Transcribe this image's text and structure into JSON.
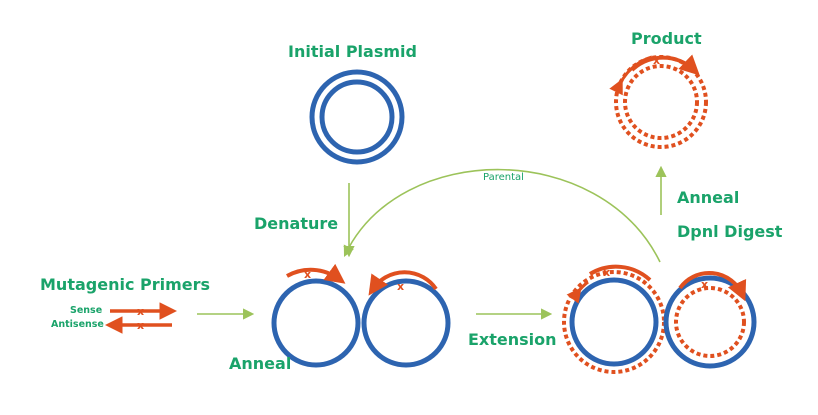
{
  "labels": {
    "initial_plasmid": "Initial Plasmid",
    "product": "Product",
    "parental": "Parental",
    "denature": "Denature",
    "anneal_right": "Anneal",
    "dpnl_digest": "Dpnl Digest",
    "mutagenic_primers": "Mutagenic Primers",
    "sense": "Sense",
    "antisense": "Antisense",
    "anneal_bottom": "Anneal",
    "extension": "Extension"
  },
  "colors": {
    "plasmid_blue": "#2d64b0",
    "primer_orange": "#e0501f",
    "label_green": "#1aa36a",
    "arrow_green": "#9cc35a"
  }
}
